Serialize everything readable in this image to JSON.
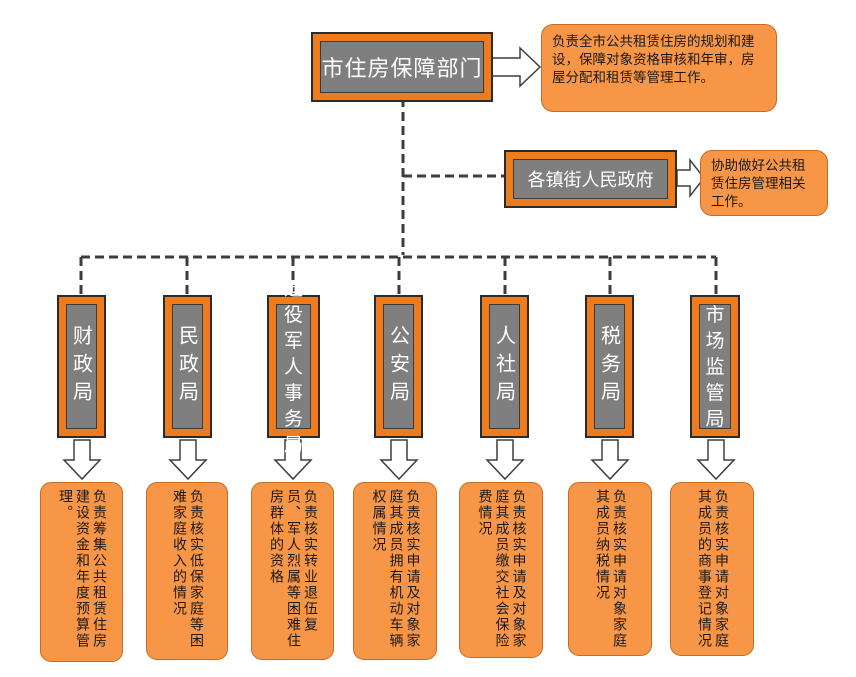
{
  "top": {
    "label": "市住房保障部门",
    "desc": "负责全市公共租赁住房的规划和建设，保障对象资格审核和年审，房屋分配和租赁等管理工作。"
  },
  "town": {
    "label": "各镇街人民政府",
    "desc": "协助做好公共租赁住房管理相关工作。"
  },
  "departments": [
    {
      "label": "财政局",
      "duty": "负责筹集公共租赁住房建设资金和年度预算管理。"
    },
    {
      "label": "民政局",
      "duty": "负责核实低保家庭等困难家庭收入的情况"
    },
    {
      "label": "退役军人事务局",
      "duty": "负责核实转业退伍复员、军人烈属等困难住房群体的资格"
    },
    {
      "label": "公安局",
      "duty": "负责核实申请及对象家庭其成员拥有机动车辆权属情况"
    },
    {
      "label": "人社局",
      "duty": "负责核实申请及对象家庭其成员缴交社会保险费情况"
    },
    {
      "label": "税务局",
      "duty": "负责核实申请对象家庭其成员纳税情况"
    },
    {
      "label": "市场监管局",
      "duty": "负责核实申请对象家庭其成员的商事登记情况"
    }
  ],
  "colors": {
    "frame": "#ee7b1c",
    "inner": "#7f7f7f",
    "desc": "#f79646",
    "line": "#3d3d3d"
  }
}
